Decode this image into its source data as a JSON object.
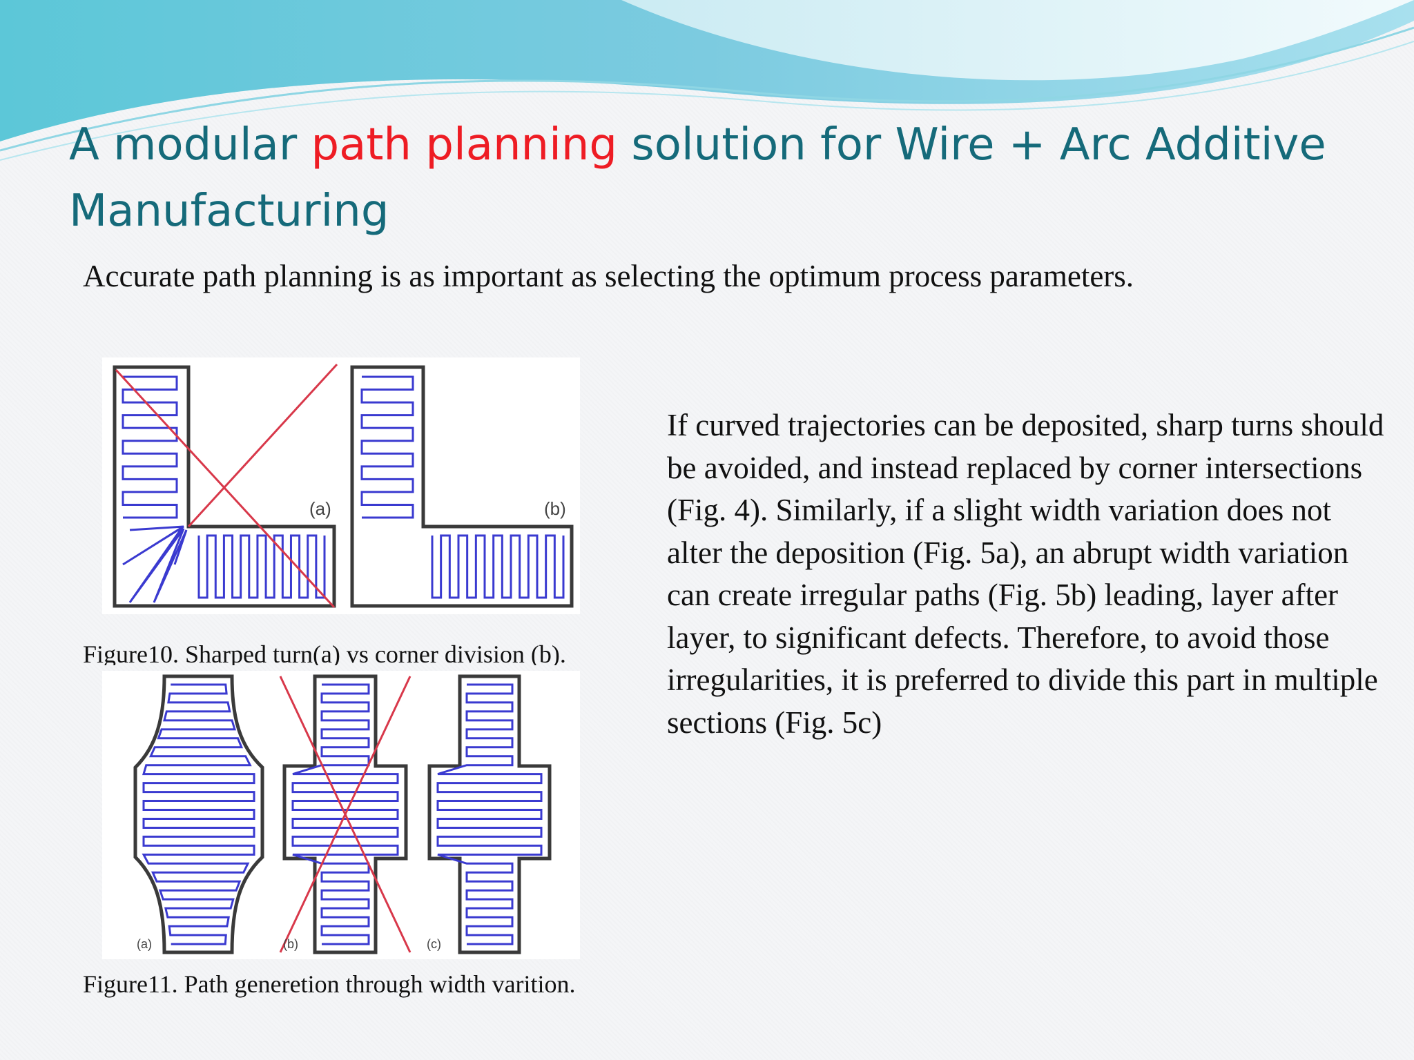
{
  "slide": {
    "title": {
      "part1": "A modular ",
      "highlight": "path planning",
      "part2": " solution for Wire + Arc Additive Manufacturing"
    },
    "intro": "Accurate path planning is as important as selecting the optimum process parameters.",
    "figure10": {
      "caption": "Figure10. Sharped turn(a) vs corner division (b).",
      "label_a": "(a)",
      "label_b": "(b)"
    },
    "figure11": {
      "caption": "Figure11. Path generetion through width varition.",
      "label_a": "(a)",
      "label_b": "(b)",
      "label_c": "(c)"
    },
    "body": " If curved trajectories can be deposited, sharp turns should be avoided, and instead replaced by corner intersections (Fig. 4). Similarly, if a slight width variation does not alter the deposition (Fig. 5a), an abrupt width variation can create irregular paths (Fig. 5b) leading, layer after layer, to significant defects. Therefore, to avoid those irregularities, it is preferred to divide this part in multiple sections (Fig. 5c)"
  },
  "colors": {
    "title": "#156a7a",
    "highlight": "#ee1c24",
    "path": "#3a3ad0",
    "cross": "#d8384a"
  }
}
